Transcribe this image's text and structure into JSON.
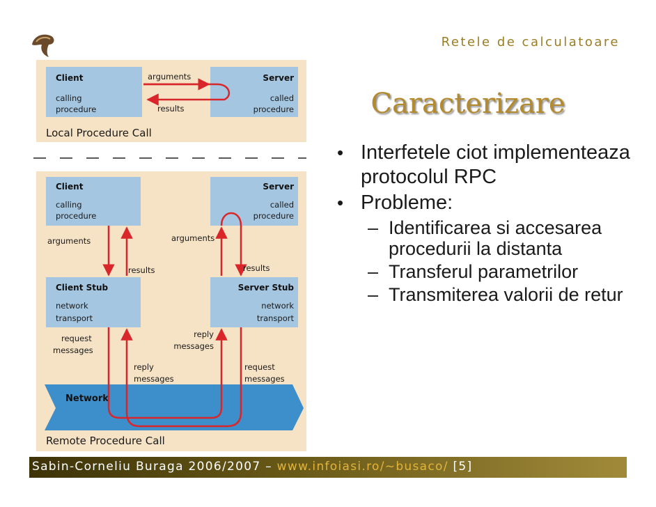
{
  "header": {
    "course_title": "Retele de calculatoare"
  },
  "slide": {
    "title": "Caracterizare",
    "bullets": [
      {
        "text": "Interfetele ciot implementeaza protocolul RPC"
      },
      {
        "text": "Probleme:"
      }
    ],
    "sub_bullets": [
      {
        "text": "Identificarea si accesarea procedurii la distanta"
      },
      {
        "text": "Transferul parametrilor"
      },
      {
        "text": "Transmiterea valorii de retur"
      }
    ]
  },
  "diagram": {
    "local": {
      "caption": "Local Procedure Call",
      "client_title": "Client",
      "client_l1": "calling",
      "client_l2": "procedure",
      "server_title": "Server",
      "server_l1": "called",
      "server_l2": "procedure",
      "arguments": "arguments",
      "results": "results"
    },
    "remote": {
      "caption": "Remote Procedure Call",
      "client_title": "Client",
      "client_l1": "calling",
      "client_l2": "procedure",
      "server_title": "Server",
      "server_l1": "called",
      "server_l2": "procedure",
      "client_stub_title": "Client Stub",
      "client_stub_l1": "network",
      "client_stub_l2": "transport",
      "server_stub_title": "Server Stub",
      "server_stub_l1": "network",
      "server_stub_l2": "transport",
      "arguments_left": "arguments",
      "arguments_right": "arguments",
      "results_left": "results",
      "results_right": "results",
      "reply_messages_center_l1": "reply",
      "reply_messages_center_l2": "messages",
      "request_messages_left_l1": "request",
      "request_messages_left_l2": "messages",
      "reply_messages_left_l1": "reply",
      "reply_messages_left_l2": "messages",
      "request_messages_right_l1": "request",
      "request_messages_right_l2": "messages",
      "network": "Network"
    },
    "colors": {
      "background": "#f6e2c4",
      "box": "#a5c6e0",
      "network": "#3d8fcb",
      "arrow": "#d8262b"
    }
  },
  "footer": {
    "author": "Sabin-Corneliu Buraga 2006/2007 – ",
    "url": "www.infoiasi.ro/~busaco/",
    "page": " [5]"
  }
}
